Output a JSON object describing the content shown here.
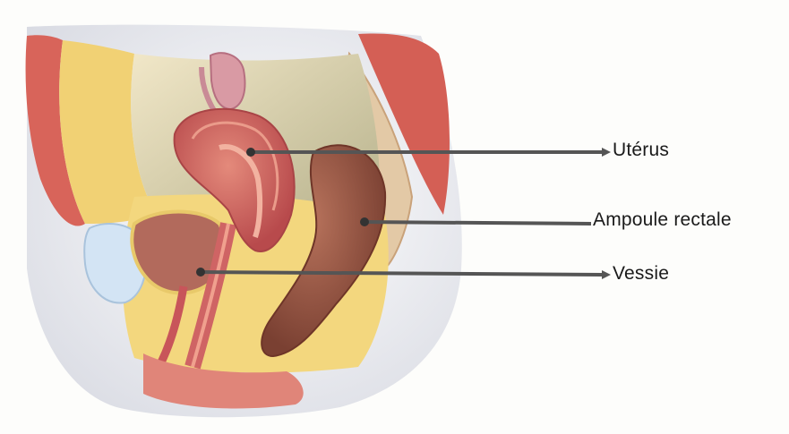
{
  "labels": {
    "uterus": "Utérus",
    "rectum": "Ampoule rectale",
    "bladder": "Vessie"
  },
  "colors": {
    "background": "#fdfdfb",
    "skin": "#eef0f6",
    "fat": "#f3d77e",
    "muscle": "#c9585a",
    "uterus_outer": "#cf6464",
    "uterus_inner": "#e58c7d",
    "rectum": "#9a5a44",
    "bladder": "#b56a5c",
    "pubis": "#cfe1f3",
    "arrow": "#555555"
  }
}
